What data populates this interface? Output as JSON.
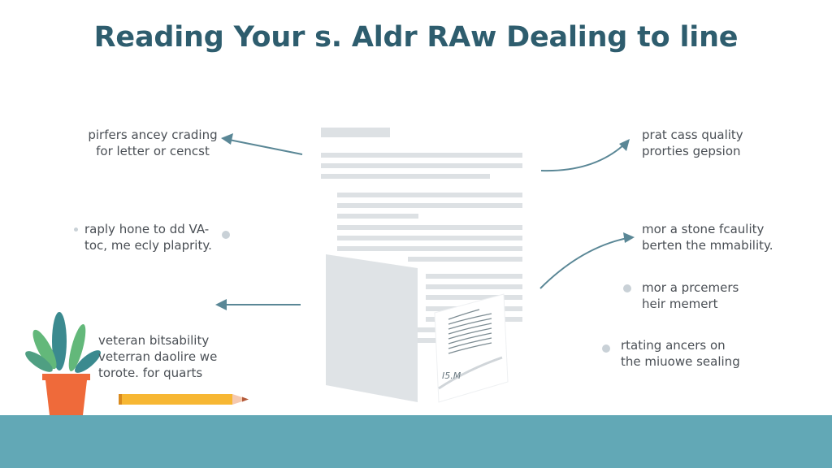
{
  "header": {
    "title": "Reading Your s. Aldr RAw Dealing to line"
  },
  "callouts": {
    "left": [
      {
        "line1": "pirfers ancey crading",
        "line2": "for letter or cencst"
      },
      {
        "line1": "raply hone to dd VA-",
        "line2": "toc, me ecly plaprity."
      },
      {
        "line1": "veteran bitsability",
        "line2": "veterran daolire we",
        "line3": "torote. for quarts"
      }
    ],
    "right": [
      {
        "line1": "prat cass quality",
        "line2": "prorties gepsion"
      },
      {
        "line1": "mor a stone fcaulity",
        "line2": "berten the mmability."
      },
      {
        "line1": "mor a prcemers",
        "line2": "heir memert"
      },
      {
        "line1": "rtating ancers on",
        "line2": "the miuowe sealing"
      }
    ]
  },
  "document": {
    "signature_text": "I5.M"
  },
  "colors": {
    "title": "#2e5d6e",
    "arrow": "#5a8796",
    "text": "#4a4f55",
    "doc_lines": "#dde1e4",
    "plant_dark": "#3b8a8f",
    "plant_light": "#63b87a",
    "pot": "#ef6a3a",
    "pencil": "#f7b733",
    "ground": "#62a8b6"
  }
}
